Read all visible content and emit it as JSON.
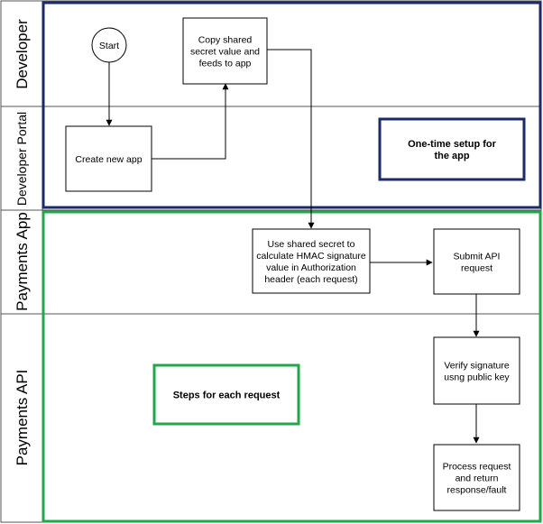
{
  "lanes": {
    "developer": "Developer",
    "developer_portal": "Developer Portal",
    "payments_app": "Payments App",
    "payments_api": "Payments API"
  },
  "nodes": {
    "start": "Start",
    "copy_secret": [
      "Copy shared",
      "secret value and",
      "feeds to app"
    ],
    "create_app": [
      "Create new app"
    ],
    "hmac": [
      "Use shared secret to",
      "calculate HMAC signature",
      "value in Authorization",
      "header (each request)"
    ],
    "submit": [
      "Submit API",
      "request"
    ],
    "verify": [
      "Verify signature",
      "usng public key"
    ],
    "process": [
      "Process request",
      "and return",
      "response/fault"
    ]
  },
  "notes": {
    "one_time": [
      "One-time setup for",
      "the app"
    ],
    "each_request": [
      "Steps for each request"
    ]
  },
  "colors": {
    "setup_border": "#1a2a6b",
    "request_border": "#22a84a",
    "line": "#000000"
  }
}
